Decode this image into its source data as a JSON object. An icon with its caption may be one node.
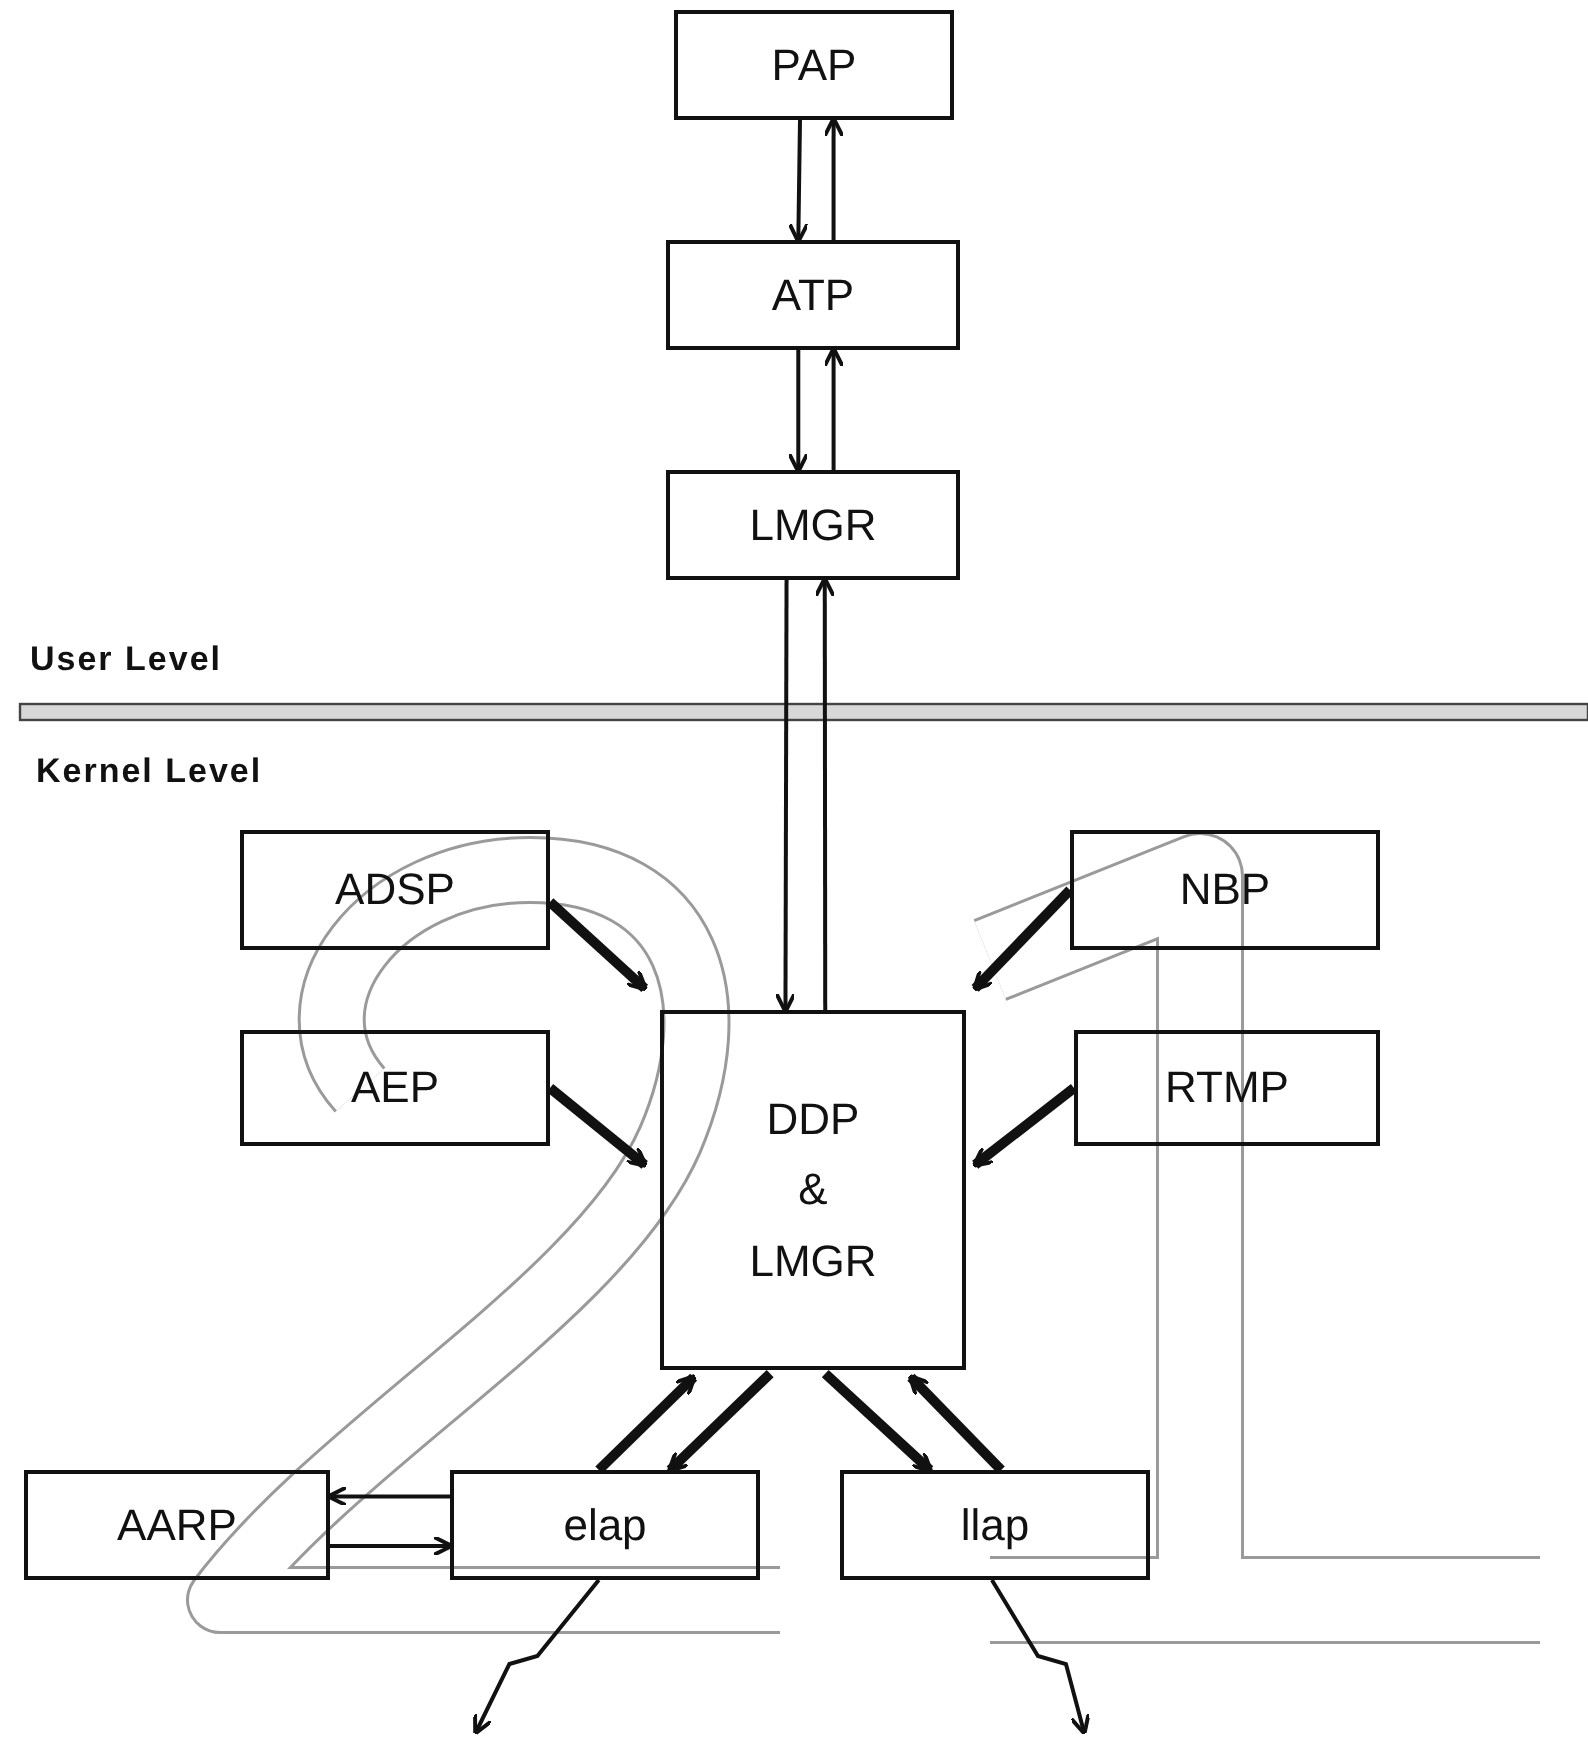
{
  "diagram": {
    "nodes": [
      {
        "text": [
          "PAP"
        ]
      },
      {
        "text": [
          "ATP"
        ]
      },
      {
        "text": [
          "LMGR"
        ]
      },
      {
        "text": [
          "ADSP"
        ]
      },
      {
        "text": [
          "NBP"
        ]
      },
      {
        "text": [
          "AEP"
        ]
      },
      {
        "text": [
          "DDP & LMGR"
        ]
      },
      {
        "text": [
          "RTMP"
        ]
      },
      {
        "text": [
          "AARP"
        ]
      },
      {
        "text": [
          "elap"
        ]
      },
      {
        "text": [
          "llap"
        ]
      }
    ],
    "edges": [
      {
        "from": 0,
        "to": 1,
        "arrow": "to"
      },
      {
        "from": 1,
        "to": 0,
        "arrow": "to"
      },
      {
        "from": 1,
        "to": 2,
        "arrow": "to"
      },
      {
        "from": 2,
        "to": 1,
        "arrow": "to"
      },
      {
        "from": 2,
        "to": 6,
        "arrow": "to"
      },
      {
        "from": 6,
        "to": 2,
        "arrow": "to"
      },
      {
        "from": 3,
        "to": 6,
        "arrow": "to",
        "style": "thick"
      },
      {
        "from": 4,
        "to": 6,
        "arrow": "to",
        "style": "thick"
      },
      {
        "from": 5,
        "to": 6,
        "arrow": "to",
        "style": "thick"
      },
      {
        "from": 7,
        "to": 6,
        "arrow": "to",
        "style": "thick"
      },
      {
        "from": 6,
        "to": 9,
        "arrow": "to",
        "style": "thick"
      },
      {
        "from": 9,
        "to": 6,
        "arrow": "to",
        "style": "thick"
      },
      {
        "from": 6,
        "to": 10,
        "arrow": "to",
        "style": "thick"
      },
      {
        "from": 10,
        "to": 6,
        "arrow": "to",
        "style": "thick"
      },
      {
        "from": 9,
        "to": 8,
        "arrow": "to"
      },
      {
        "from": 8,
        "to": 9,
        "arrow": "to"
      },
      {
        "from": 9,
        "to": null,
        "arrow": "to"
      },
      {
        "from": 10,
        "to": null,
        "arrow": "to"
      }
    ],
    "labels": [
      "User Level",
      "Kernel Level"
    ]
  }
}
